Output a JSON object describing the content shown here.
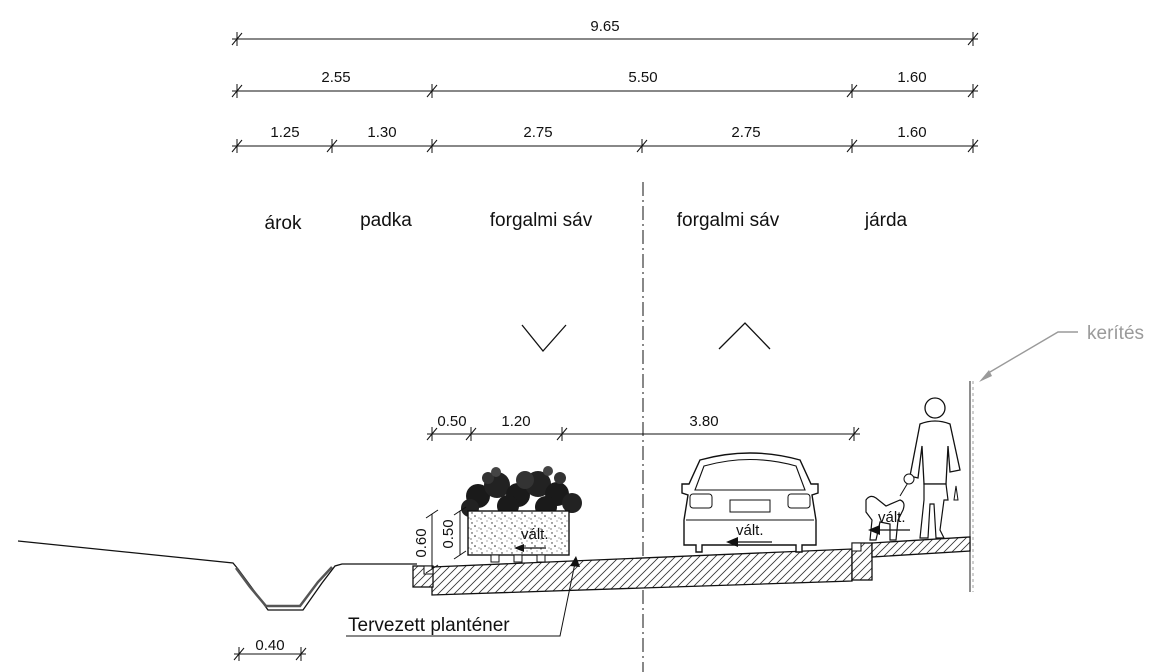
{
  "dimensions": {
    "row1": [
      "9.65"
    ],
    "row2": [
      "2.55",
      "5.50",
      "1.60"
    ],
    "row3": [
      "1.25",
      "1.30",
      "2.75",
      "2.75",
      "1.60"
    ],
    "lower": [
      "0.50",
      "1.20",
      "3.80"
    ],
    "planter_heights": [
      "0.60",
      "0.50"
    ],
    "ditch_width": "0.40"
  },
  "zones": [
    "árok",
    "padka",
    "forgalmi sáv",
    "forgalmi sáv",
    "járda"
  ],
  "labels": {
    "fence": "kerítés",
    "planter": "Tervezett planténer",
    "change_planter": "vált.",
    "change_car": "vált.",
    "change_walk": "vált."
  }
}
